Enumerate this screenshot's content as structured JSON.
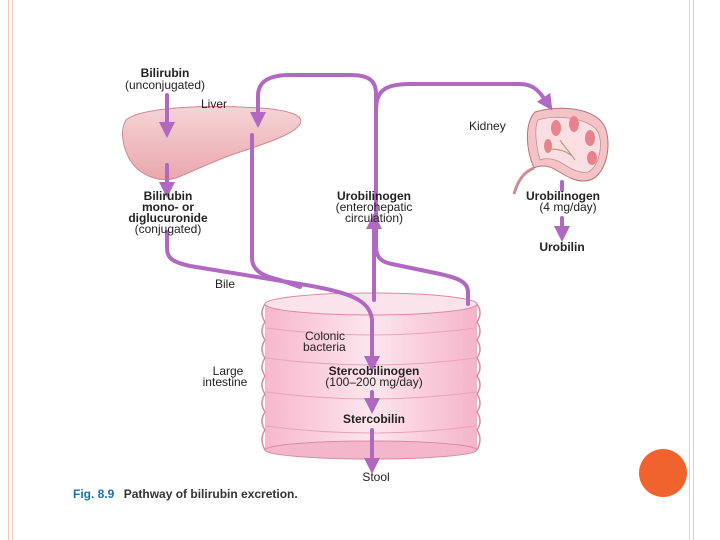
{
  "colors": {
    "pathway": "#b068c0",
    "liver": "#f2c3c8",
    "intestine": "#f7c9d8",
    "frame": "#f3c9b8",
    "accent_dot": "#f0632f",
    "figure_label": "#1a6fb5"
  },
  "labels": {
    "bilirubin_title": "Bilirubin",
    "bilirubin_sub": "(unconjugated)",
    "liver": "Liver",
    "conj_line1": "Bilirubin",
    "conj_line2": "mono- or",
    "conj_line3": "diglucuronide",
    "conj_line4": "(conjugated)",
    "bile": "Bile",
    "urobilinogen_entero_title": "Urobilinogen",
    "urobilinogen_entero_line2": "(enterohepatic",
    "urobilinogen_entero_line3": "circulation)",
    "kidney": "Kidney",
    "urobilinogen_kidney_title": "Urobilinogen",
    "urobilinogen_kidney_sub": "(4 mg/day)",
    "urobilin": "Urobilin",
    "colonic_line1": "Colonic",
    "colonic_line2": "bacteria",
    "large_line1": "Large",
    "large_line2": "intestine",
    "stercobilinogen_title": "Stercobilinogen",
    "stercobilinogen_sub": "(100–200 mg/day)",
    "stercobilin": "Stercobilin",
    "stool": "Stool"
  },
  "caption": {
    "figure_number": "Fig. 8.9",
    "text": "Pathway of bilirubin excretion."
  },
  "icons": [
    "liver-illustration",
    "kidney-illustration",
    "intestine-illustration",
    "accent-dot"
  ]
}
